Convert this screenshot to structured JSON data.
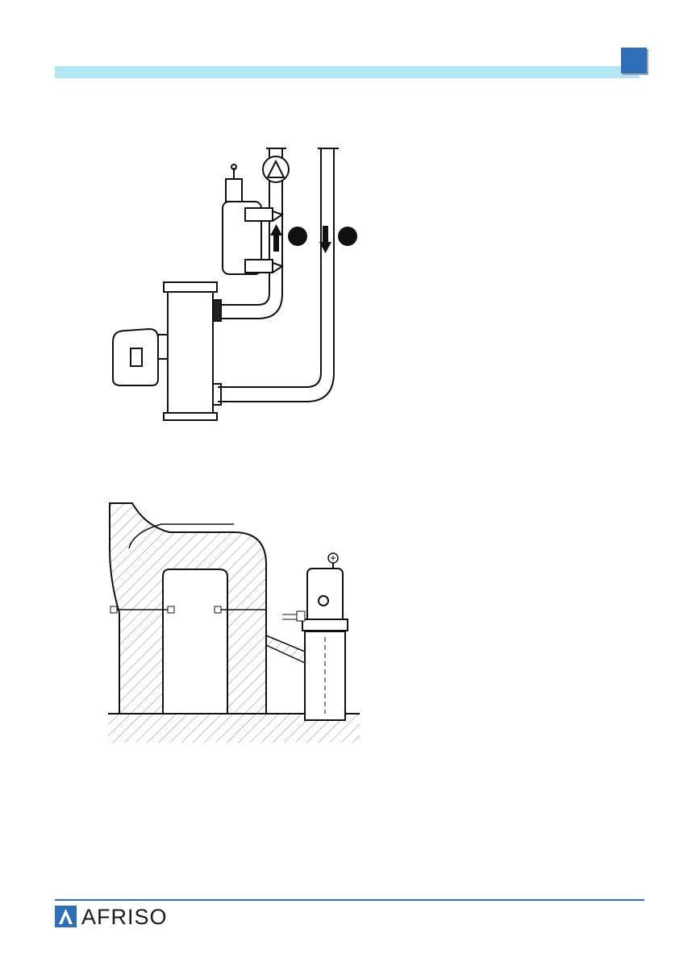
{
  "header": {
    "accent_color": "#b3e6f4",
    "corner_color": "#2f6fb7"
  },
  "figure1": {
    "kind": "boiler-with-pump-and-valve-diagram",
    "flow_markers": [
      "up-arrow",
      "down-arrow"
    ]
  },
  "figure2": {
    "kind": "chimney-and-boiler-cross-section-diagram"
  },
  "footer": {
    "brand": "AFRISO",
    "brand_color": "#2f6fb7",
    "logo_icon": "afriso-logo-icon"
  }
}
